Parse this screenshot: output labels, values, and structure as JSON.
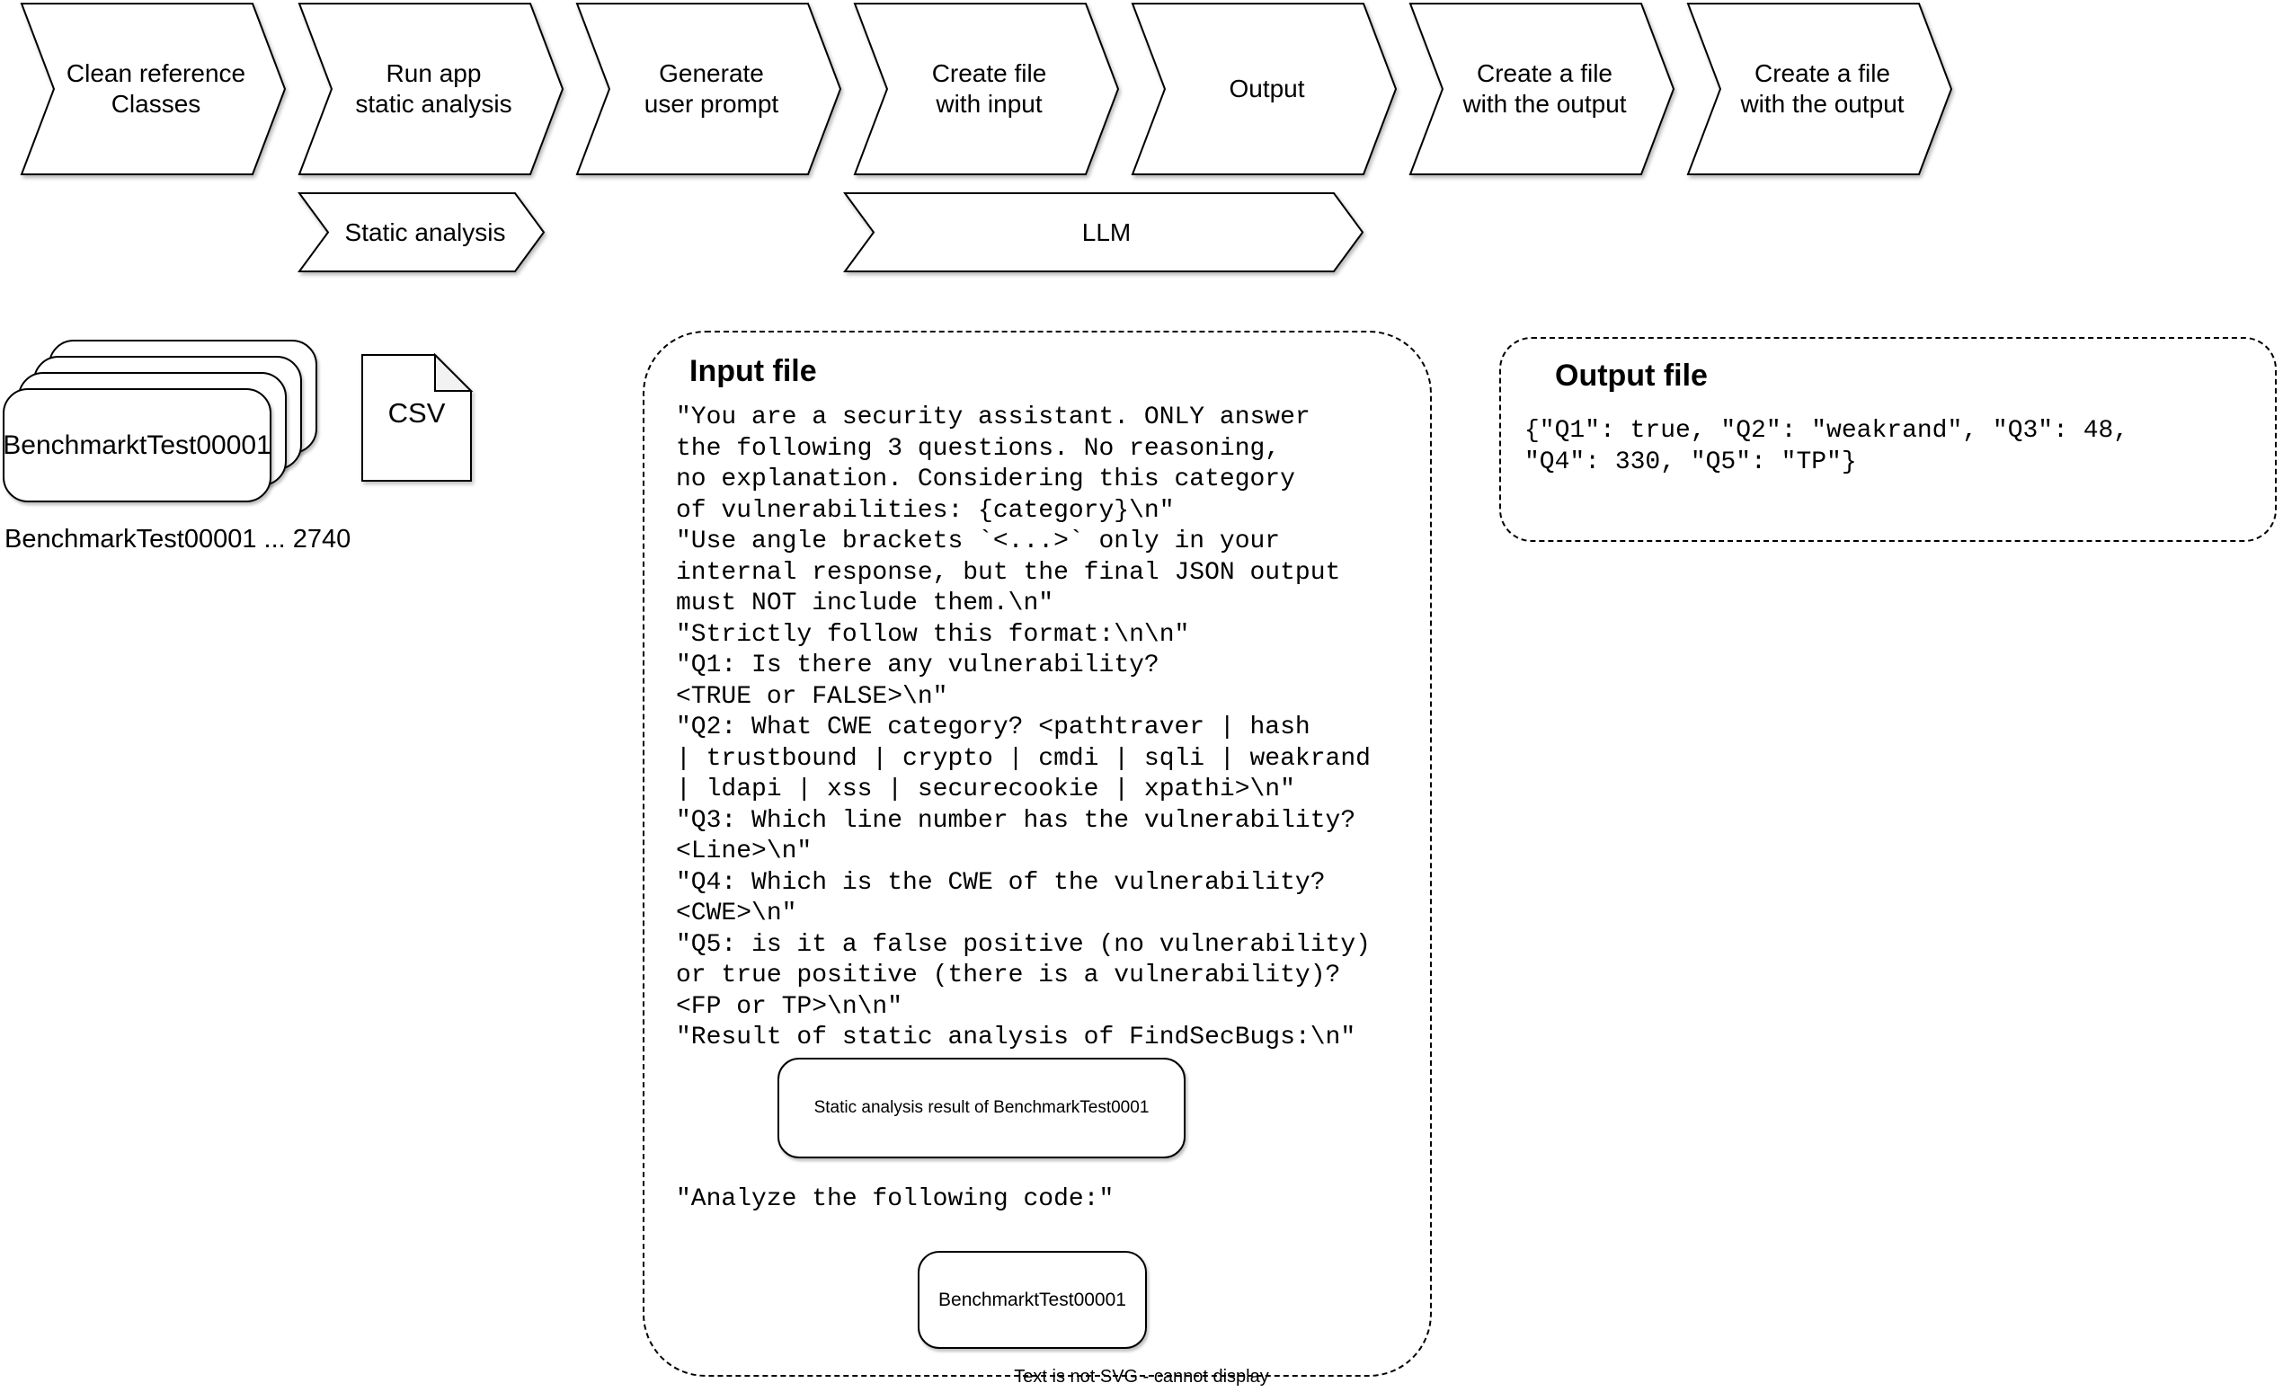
{
  "pipeline": {
    "steps": [
      {
        "label": "Clean reference\nClasses"
      },
      {
        "label": "Run app\nstatic analysis"
      },
      {
        "label": "Generate\nuser prompt"
      },
      {
        "label": "Create file\nwith input"
      },
      {
        "label": "Output"
      },
      {
        "label": "Create a file\nwith the output"
      },
      {
        "label": "Create a file\nwith the output"
      }
    ],
    "tools": [
      {
        "label": "Static analysis"
      },
      {
        "label": "LLM"
      }
    ]
  },
  "dataset": {
    "stack_label": "BenchmarktTest00001",
    "csv_label": "CSV",
    "range_caption": "BenchmarkTest00001 ... 2740"
  },
  "input_file": {
    "title": "Input file",
    "prompt_lines": [
      "\"You are a security assistant. ONLY answer",
      "the following 3 questions. No reasoning,",
      "no explanation. Considering this category",
      "of vulnerabilities: {category}\\n\"",
      "\"Use angle brackets `<...>` only in your",
      "internal response, but the final JSON output",
      "must NOT include them.\\n\"",
      "\"Strictly follow this format:\\n\\n\"",
      "\"Q1: Is there any vulnerability?",
      "<TRUE or FALSE>\\n\"",
      "\"Q2: What CWE category? <pathtraver | hash",
      "| trustbound | crypto | cmdi | sqli | weakrand",
      "| ldapi | xss | securecookie | xpathi>\\n\"",
      "\"Q3: Which line number has the vulnerability?",
      "<Line>\\n\"",
      "\"Q4: Which is the CWE of the vulnerability?",
      "<CWE>\\n\"",
      "\"Q5: is it a false positive (no vulnerability)",
      "or true positive (there is a vulnerability)?",
      "<FP or TP>\\n\\n\"",
      "\"Result of static analysis of FindSecBugs:\\n\""
    ],
    "static_analysis_placeholder": "Static analysis result of BenchmarkTest0001",
    "analyze_line": "\"Analyze the following code:\"",
    "code_placeholder": "BenchmarktTest00001"
  },
  "output_file": {
    "title": "Output file",
    "content_lines": [
      "{\"Q1\": true, \"Q2\": \"weakrand\", \"Q3\": 48,",
      "\"Q4\": 330, \"Q5\": \"TP\"}"
    ]
  },
  "footer_note": "Text is not SVG - cannot display",
  "colors": {
    "stroke": "#000000",
    "fill": "#ffffff",
    "fold": "#f2f2f2"
  }
}
